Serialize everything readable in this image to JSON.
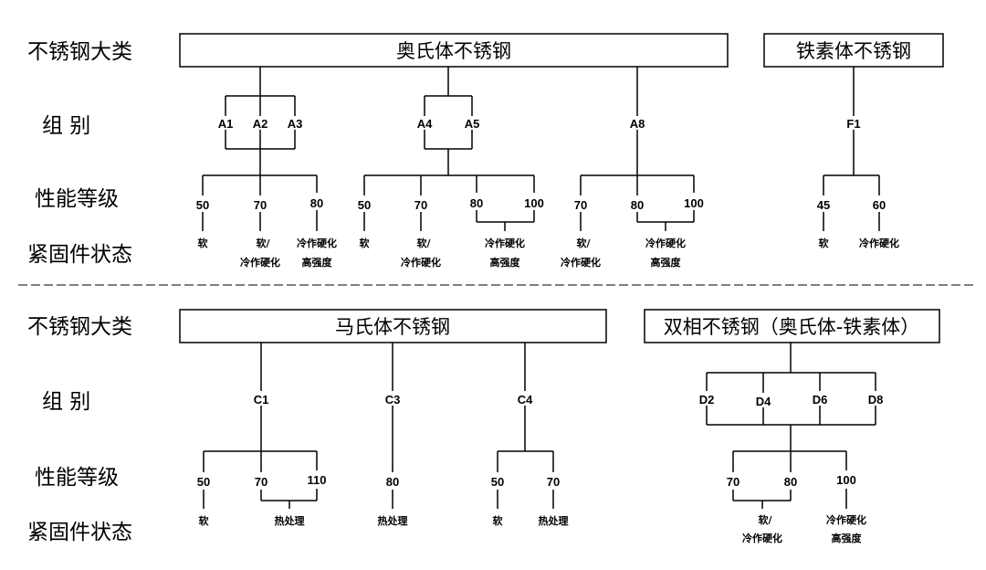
{
  "row_labels": {
    "category": "不锈钢大类",
    "group": "组 别",
    "grade": "性能等级",
    "state": "紧固件状态"
  },
  "top": {
    "austenitic": {
      "title": "奥氏体不锈钢",
      "groups": [
        "A1",
        "A2",
        "A3",
        "A4",
        "A5",
        "A8"
      ],
      "grades_a2": [
        "50",
        "70",
        "80"
      ],
      "grades_a45": [
        "50",
        "70",
        "80",
        "100"
      ],
      "grades_a8": [
        "70",
        "80",
        "100"
      ],
      "states": {
        "soft": "软",
        "soft_cold": "软/",
        "cold_line": "冷作硬化",
        "high": "高强度"
      }
    },
    "ferritic": {
      "title": "铁素体不锈钢",
      "group": "F1",
      "grades": [
        "45",
        "60"
      ],
      "states": {
        "soft": "软",
        "cold": "冷作硬化"
      }
    }
  },
  "bottom": {
    "martensitic": {
      "title": "马氏体不锈钢",
      "groups": [
        "C1",
        "C3",
        "C4"
      ],
      "grades_c1": [
        "50",
        "70",
        "110"
      ],
      "grades_c3": [
        "80"
      ],
      "grades_c4": [
        "50",
        "70"
      ],
      "states": {
        "soft": "软",
        "heat": "热处理"
      }
    },
    "duplex": {
      "title": "双相不锈钢（奥氏体-铁素体）",
      "groups": [
        "D2",
        "D4",
        "D6",
        "D8"
      ],
      "grades": [
        "70",
        "80",
        "100"
      ],
      "states": {
        "soft_cold": "软/",
        "cold_line": "冷作硬化",
        "cold": "冷作硬化",
        "high": "高强度"
      }
    }
  }
}
